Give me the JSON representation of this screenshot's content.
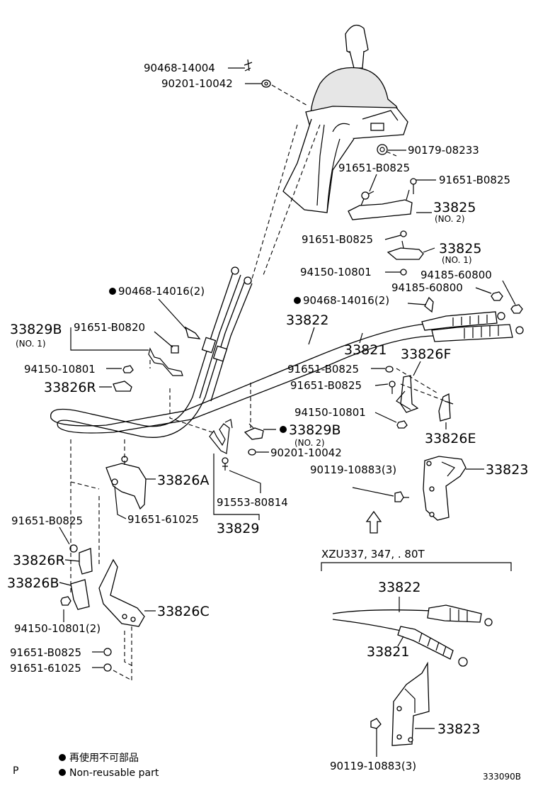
{
  "labels": {
    "p90468_14004": "90468-14004",
    "p90201_10042_top": "90201-10042",
    "p90179_08233": "90179-08233",
    "p91651_B0825_a": "91651-B0825",
    "p91651_B0825_b": "91651-B0825",
    "p33825_no2": "33825",
    "p33825_no2_sub": "(NO. 2)",
    "p91651_B0825_c": "91651-B0825",
    "p33825_no1": "33825",
    "p33825_no1_sub": "(NO. 1)",
    "p94150_10801_a": "94150-10801",
    "p94185_60800_a": "94185-60800",
    "p94185_60800_b": "94185-60800",
    "p90468_14016_left": "90468-14016(2)",
    "p90468_14016_right": "90468-14016(2)",
    "p33822": "33822",
    "p33829B_no1": "33829B",
    "p33829B_no1_sub": "(NO. 1)",
    "p91651_B0820": "91651-B0820",
    "p33821": "33821",
    "p33826F": "33826F",
    "p91651_B0825_d": "91651-B0825",
    "p94150_10801_b": "94150-10801",
    "p91651_B0825_e": "91651-B0825",
    "p33826R_top": "33826R",
    "p94150_10801_c": "94150-10801",
    "p33829B_no2": "33829B",
    "p33829B_no2_sub": "(NO. 2)",
    "p33826E": "33826E",
    "p90201_10042_mid": "90201-10042",
    "p90119_10883_a": "90119-10883(3)",
    "p33823_a": "33823",
    "p33826A": "33826A",
    "p91553_80814": "91553-80814",
    "p91651_61025_a": "91651-61025",
    "p33829": "33829",
    "p91651_B0825_f": "91651-B0825",
    "p33826R_bot": "33826R",
    "p33826B": "33826B",
    "p33826C": "33826C",
    "p94150_10801_d": "94150-10801(2)",
    "p91651_B0825_g": "91651-B0825",
    "p91651_61025_b": "91651-61025",
    "inset_title": "XZU337, 347, . 80T",
    "p33822_inset": "33822",
    "p33821_inset": "33821",
    "p33823_inset": "33823",
    "p90119_10883_inset": "90119-10883(3)"
  },
  "legend": {
    "line_jp": "再使用不可部品",
    "line_en": "Non-reusable part",
    "page_mark": "P",
    "diagram_code": "333090B"
  },
  "colors": {
    "line": "#000000",
    "background": "#ffffff",
    "fill_light": "#e6e6e6"
  }
}
